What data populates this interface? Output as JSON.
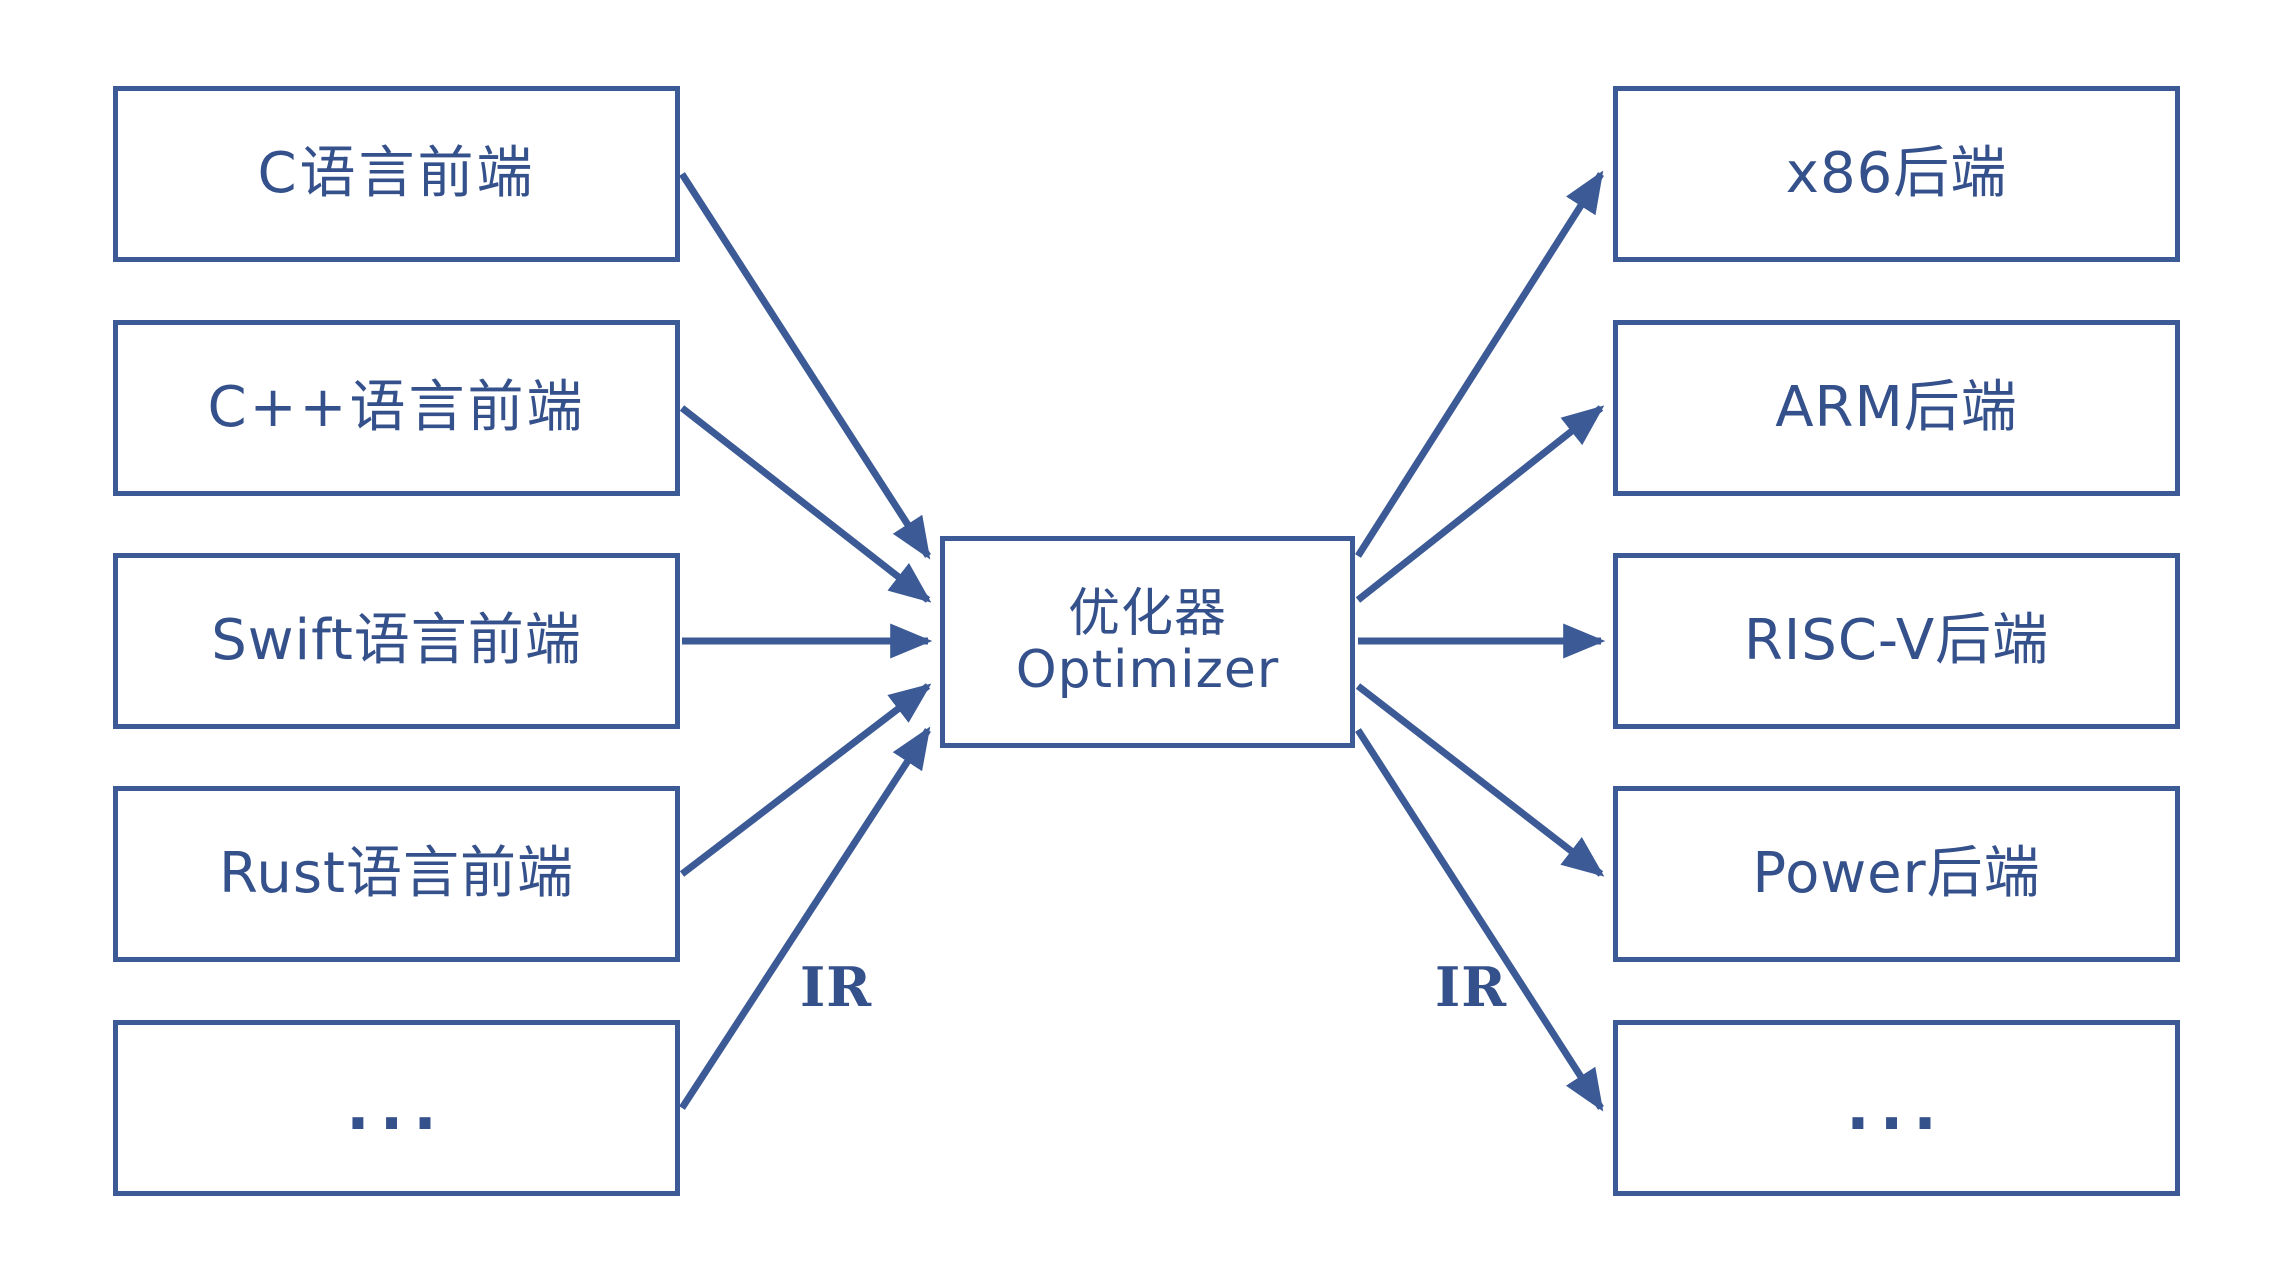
{
  "diagram": {
    "title": "Compiler frontend / optimizer / backend architecture",
    "colors": {
      "stroke": "#3c5a96",
      "text": "#35518b",
      "background": "#ffffff"
    },
    "frontends": [
      {
        "id": "c-frontend",
        "label": "C语言前端"
      },
      {
        "id": "cpp-frontend",
        "label": "C++语言前端"
      },
      {
        "id": "swift-frontend",
        "label": "Swift语言前端"
      },
      {
        "id": "rust-frontend",
        "label": "Rust语言前端"
      },
      {
        "id": "more-frontends",
        "label": "..."
      }
    ],
    "optimizer": {
      "id": "optimizer",
      "label_cn": "优化器",
      "label_en": "Optimizer"
    },
    "backends": [
      {
        "id": "x86-backend",
        "label": "x86后端"
      },
      {
        "id": "arm-backend",
        "label": "ARM后端"
      },
      {
        "id": "riscv-backend",
        "label": "RISC-V后端"
      },
      {
        "id": "power-backend",
        "label": "Power后端"
      },
      {
        "id": "more-backends",
        "label": "..."
      }
    ],
    "edge_labels": {
      "input_ir": "IR",
      "output_ir": "IR"
    }
  }
}
